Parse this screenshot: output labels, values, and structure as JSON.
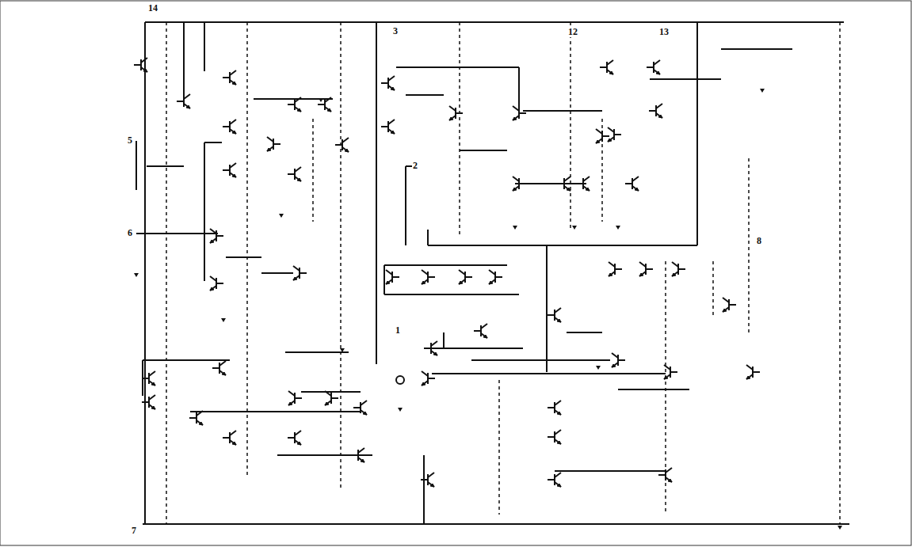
{
  "diagram": {
    "labels": [
      "14",
      "3",
      "12",
      "13",
      "5",
      "6",
      "2",
      "8",
      "1",
      "7"
    ]
  }
}
